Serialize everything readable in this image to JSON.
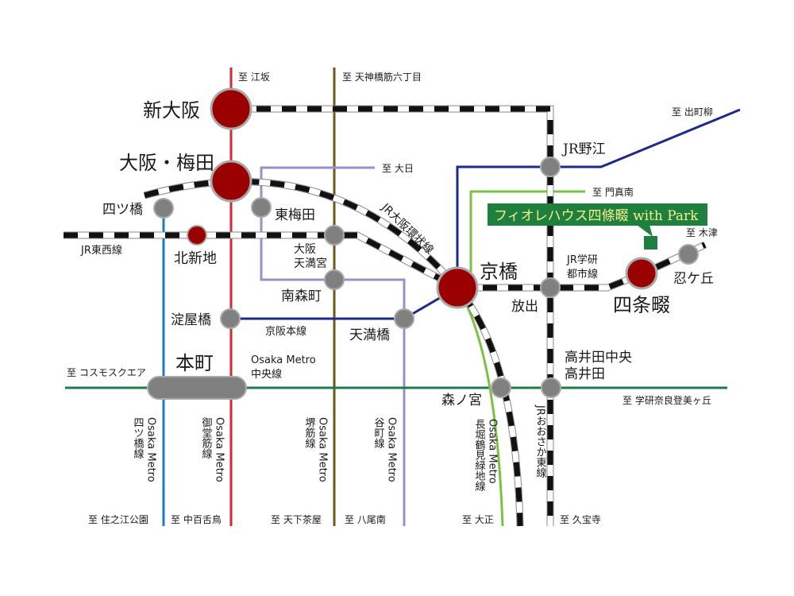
{
  "title": "Route map around フィオレハウス四條畷 with Park",
  "colors": {
    "midosuji": "#d7282f",
    "yotsubashi": "#1c7cc6",
    "sakaisuji": "#6b5a1c",
    "tanimachi": "#9a8fcc",
    "chuo": "#1d7a4a",
    "nagahori": "#7bc143",
    "keihan": "#1c2a8a",
    "jr": "#111111",
    "major_station": "#9b0000",
    "minor_station": "#808080",
    "property": "#1f7f3f",
    "property_text": "#f4f08a"
  },
  "property": {
    "label": "フィオレハウス四條畷 with Park",
    "marker": "property-marker"
  },
  "stations": {
    "shin_osaka": "新大阪",
    "osaka_umeda": "大阪・梅田",
    "yotsubashi": "四ツ橋",
    "higashi_umeda": "東梅田",
    "kitashinchi": "北新地",
    "osaka_tenmangu": [
      "大阪",
      "天満宮"
    ],
    "minamimorimachi": "南森町",
    "yodoyabashi": "淀屋橋",
    "temmabashi": "天満橋",
    "kyobashi": "京橋",
    "hanaten": "放出",
    "jr_noe": "JR野江",
    "shijonawate": "四条畷",
    "shinobugaoka": "忍ケ丘",
    "honmachi": "本町",
    "morinomiya": "森ノ宮",
    "takaida": [
      "高井田中央",
      "高井田"
    ]
  },
  "line_labels": {
    "jr_tozai": "JR東西線",
    "jr_loop": "JR大阪環状線",
    "keihan_main": "京阪本線",
    "jr_gakkentoshi": [
      "JR学研",
      "都市線"
    ],
    "chuo": [
      "Osaka Metro",
      "中央線"
    ],
    "yotsubashi": [
      "Osaka Metro",
      "四ツ橋線"
    ],
    "midosuji": [
      "Osaka Metro",
      "御堂筋線"
    ],
    "sakaisuji": [
      "Osaka Metro",
      "堺筋線"
    ],
    "tanimachi": [
      "Osaka Metro",
      "谷町線"
    ],
    "nagahori": [
      "Osaka Metro",
      "長堀鶴見緑地線"
    ],
    "jr_osaka_higashi": "JRおおさか東線"
  },
  "directions": {
    "esaka": "至 江坂",
    "tenjinbashisuji": "至 天神橋筋六丁目",
    "demachiyanagi": "至 出町柳",
    "dainichi": "至 大日",
    "kadomaminami": "至 門真南",
    "kizu": "至 木津",
    "cosmosquare": "至 コスモスクエア",
    "gakkennara": "至 学研奈良登美ヶ丘",
    "suminoekoen": "至 住之江公園",
    "nakamozu": "至 中百舌鳥",
    "tengachaya": "至 天下茶屋",
    "yaominami": "至 八尾南",
    "taisho": "至 大正",
    "kyuhoji": "至 久宝寺"
  }
}
